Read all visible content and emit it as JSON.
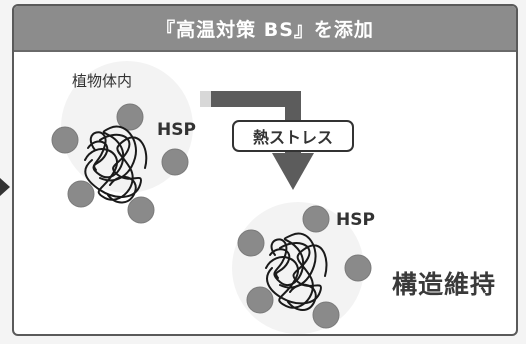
{
  "header": {
    "title": "『高温対策 BS』を添加"
  },
  "before": {
    "location_label": "植物体内",
    "protein_label": "HSP"
  },
  "process": {
    "stress_label": "熱ストレス"
  },
  "after": {
    "protein_label": "HSP",
    "result_label": "構造維持"
  },
  "colors": {
    "header_bg": "#8c8c8c",
    "hsp_ball": "#8a8a8a",
    "arrow": "#5c5c5c"
  },
  "icons": {
    "incoming": "arrow-right-icon",
    "flow": "down-arrow-icon"
  }
}
